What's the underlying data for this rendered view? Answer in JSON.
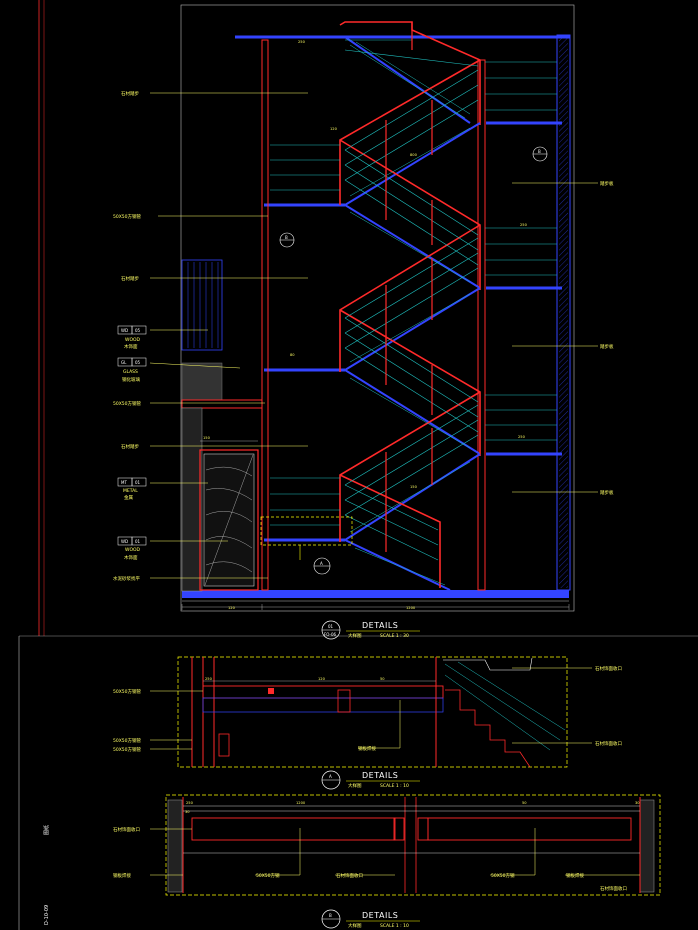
{
  "drawing": {
    "details": [
      {
        "title": "DETAILS",
        "tag_top": "01",
        "tag_bottom": "FO-06",
        "sub": "大样图",
        "scale": "SCALE 1 : 30"
      },
      {
        "title": "DETAILS",
        "tag_top": "A",
        "tag_bottom": "",
        "sub": "大样图",
        "scale": "SCALE 1 : 10"
      },
      {
        "title": "DETAILS",
        "tag_top": "B",
        "tag_bottom": "",
        "sub": "大样图",
        "scale": "SCALE 1 : 10"
      }
    ],
    "material_tags": [
      {
        "code": "WD",
        "num": "05",
        "name": "WOOD",
        "desc": "木饰面"
      },
      {
        "code": "GL",
        "num": "05",
        "name": "GLASS",
        "desc": "钢化玻璃"
      },
      {
        "code": "MT",
        "num": "01",
        "name": "METAL",
        "desc": "金属"
      },
      {
        "code": "WD",
        "num": "01",
        "name": "WOOD",
        "desc": "木饰面"
      }
    ],
    "callouts_left": [
      "石材踏步",
      "50X50方钢管",
      "石材踏步",
      "50X50方钢管",
      "石材踏步",
      "水泥砂浆找平"
    ],
    "callouts_right": [
      "踏步板",
      "踏步板",
      "踏步板"
    ],
    "section_marks": [
      "B",
      "B",
      "A"
    ],
    "detail_a_labels": [
      "50X50方钢管",
      "50X50方钢管",
      "50X50方钢管",
      "钢板焊接",
      "石材饰面收口",
      "石材饰面收口"
    ],
    "detail_b_labels": [
      "石材饰面收口",
      "钢板焊接",
      "50X50方钢",
      "石材饰面收口",
      "50X50方钢",
      "钢板焊接",
      "石材饰面收口"
    ],
    "dims_main": [
      "250",
      "800",
      "250",
      "80",
      "150",
      "120",
      "1200",
      "250",
      "120",
      "150"
    ],
    "dims_a": [
      "120",
      "50",
      "250"
    ],
    "dims_b": [
      "250",
      "30",
      "1200",
      "50",
      "30"
    ],
    "side_notes": [
      "图纸",
      "D-10-09"
    ],
    "colors": {
      "stair": "#ff2a2a",
      "blue": "#3344ff",
      "cyan": "#1fc0c0",
      "yellow": "#ffff00",
      "grey": "#b4b4b4"
    }
  }
}
